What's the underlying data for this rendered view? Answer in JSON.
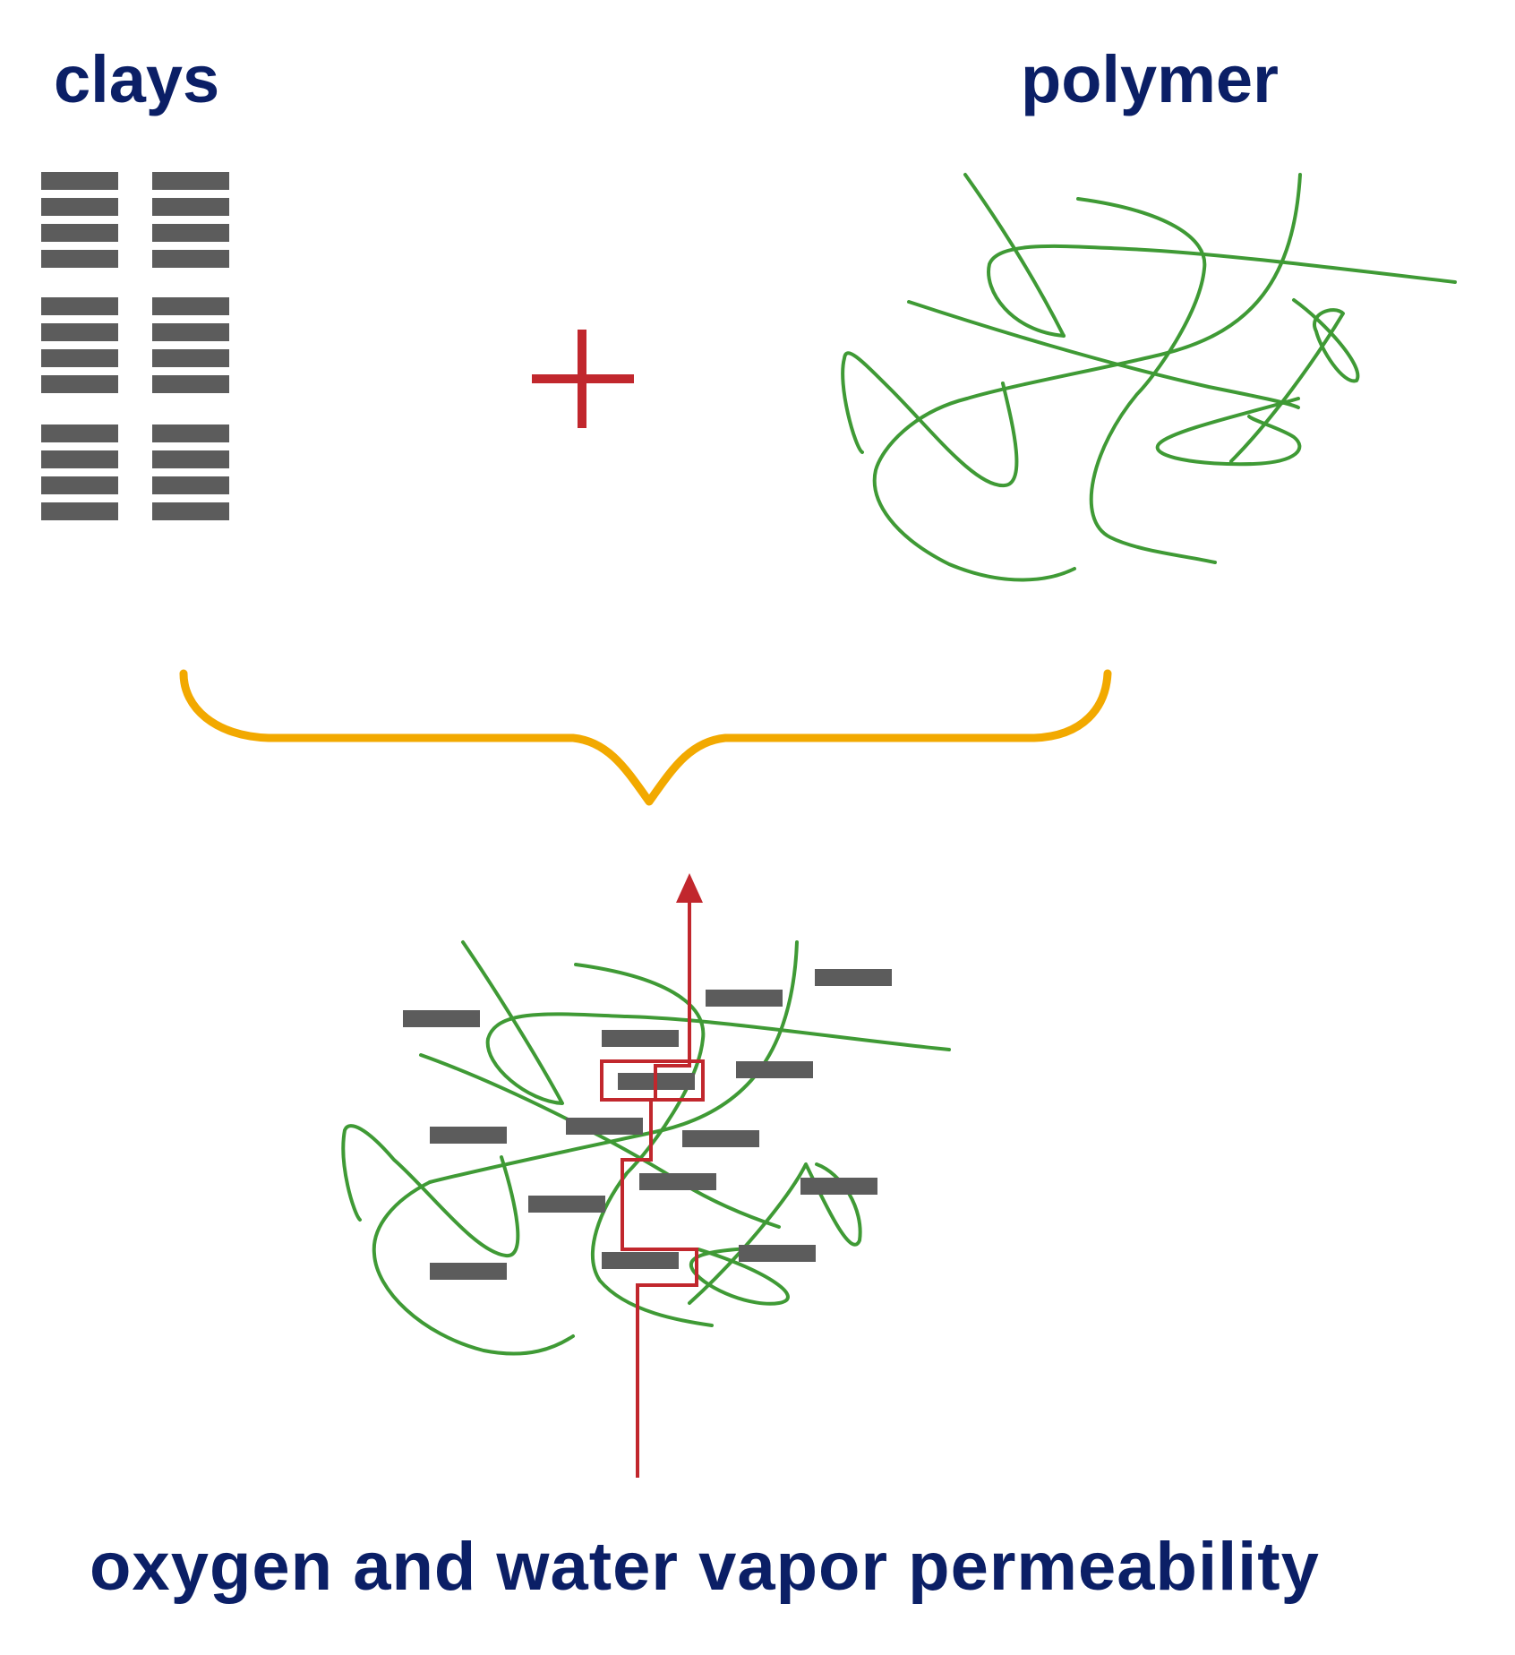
{
  "labels": {
    "clays": "clays",
    "polymer": "polymer",
    "caption": "oxygen and water vapor permeability"
  },
  "symbols": {
    "plus": "plus-sign",
    "brace": "curly-brace",
    "arrow": "permeation-path-arrow"
  },
  "colors": {
    "text": "#0b1f66",
    "clay": "#5c5c5c",
    "polymer_chain": "#3f9a35",
    "plus_and_path": "#c1272d",
    "brace": "#f2a900"
  },
  "clay_stacks": {
    "columns": 2,
    "stacks_per_column": 3,
    "layers_per_stack": 4
  }
}
